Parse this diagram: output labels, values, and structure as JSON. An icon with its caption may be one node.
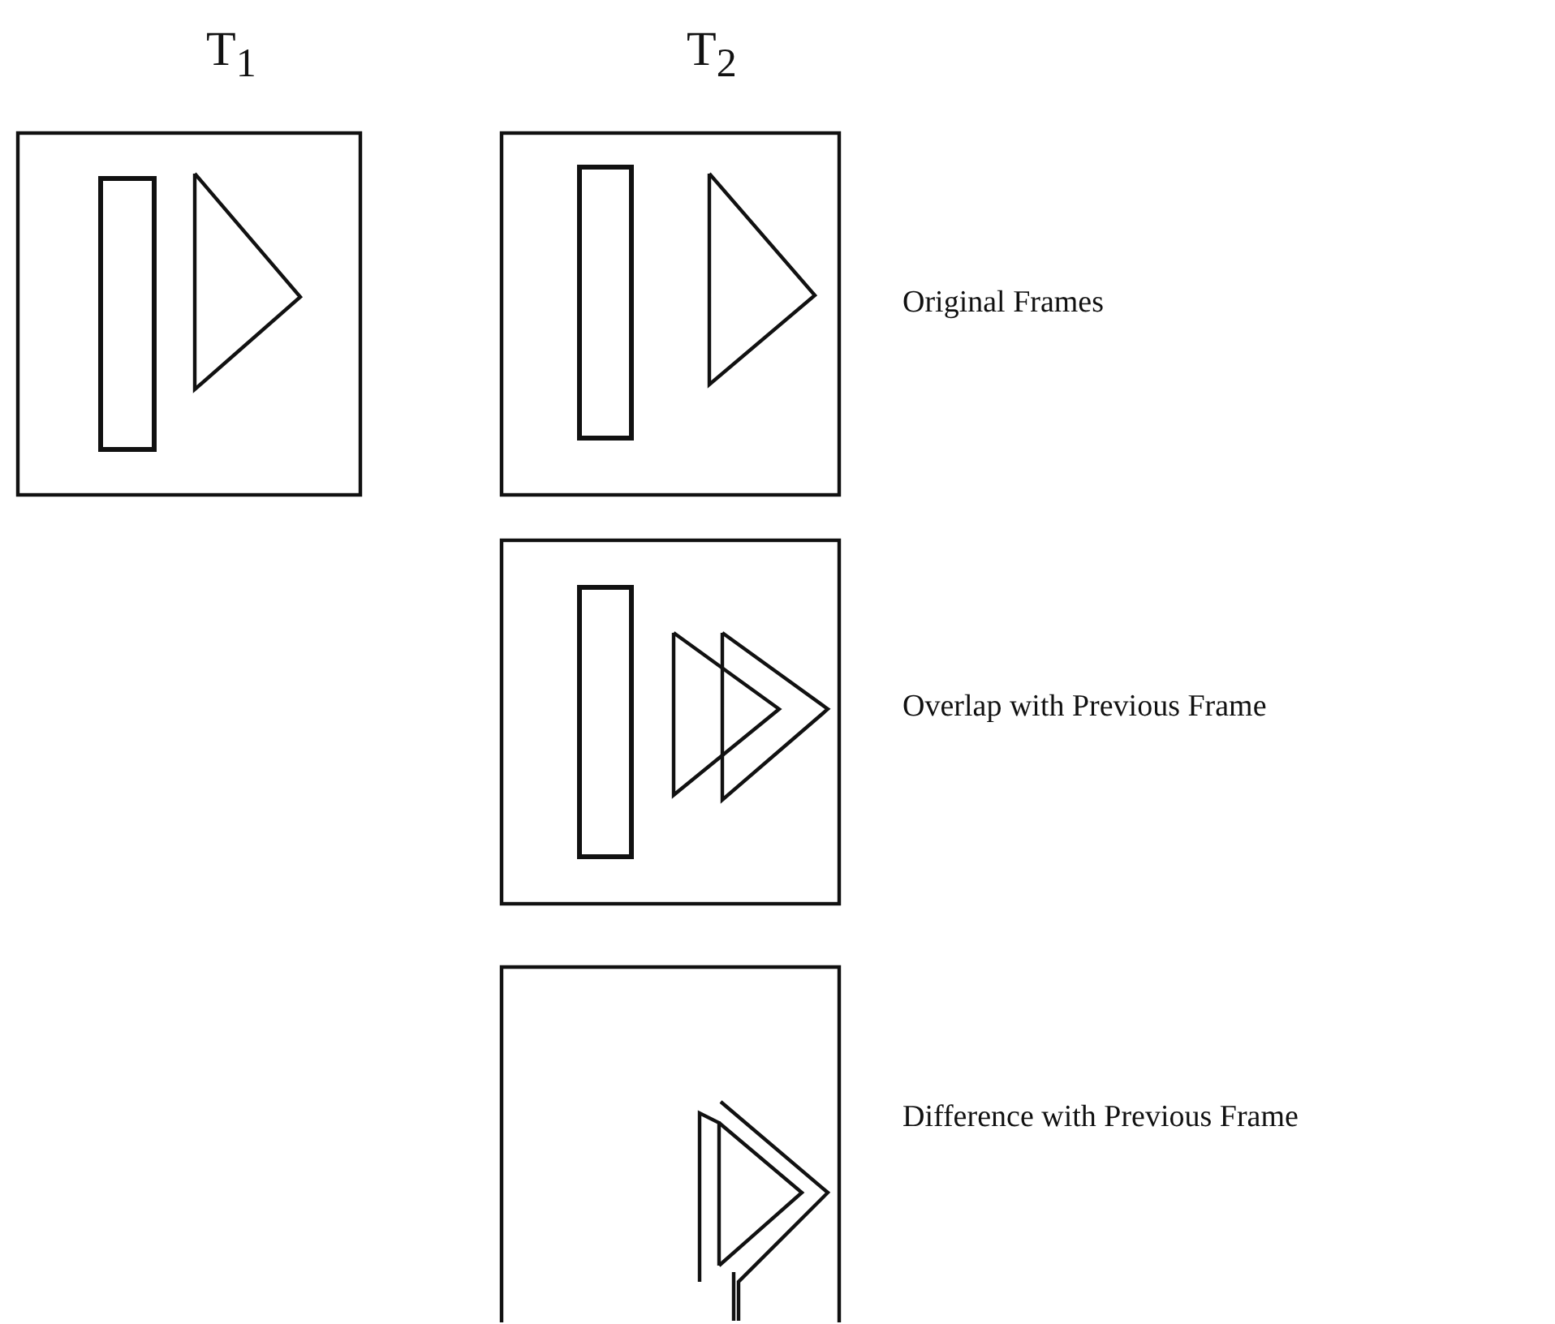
{
  "diagram": {
    "labels": [
      "T$_{1}$",
      "T$_{2}$",
      "Original Frames",
      "Overlap with Previous Frame",
      "Difference with Previous Frame"
    ]
  }
}
